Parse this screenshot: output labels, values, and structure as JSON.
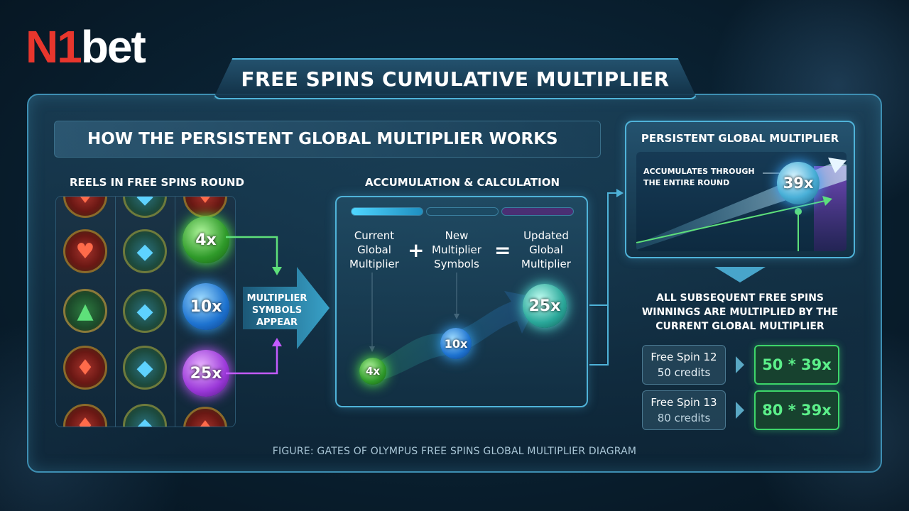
{
  "brand": {
    "prefix": "N1",
    "suffix": "bet"
  },
  "title": "FREE SPINS CUMULATIVE MULTIPLIER",
  "section_header": "HOW THE PERSISTENT GLOBAL MULTIPLIER WORKS",
  "reels_panel": {
    "label": "REELS IN FREE SPINS ROUND",
    "multipliers": [
      "4x",
      "10x",
      "25x"
    ],
    "appear_label": [
      "MULTIPLIER",
      "SYMBOLS",
      "APPEAR"
    ]
  },
  "accumulation": {
    "label": "ACCUMULATION & CALCULATION",
    "terms": [
      [
        "Current",
        "Global",
        "Multiplier"
      ],
      [
        "New",
        "Multiplier",
        "Symbols"
      ],
      [
        "Updated",
        "Global",
        "Multiplier"
      ]
    ],
    "operators": [
      "+",
      "="
    ],
    "orbs": [
      "4x",
      "10x",
      "25x"
    ]
  },
  "persistent": {
    "title": "PERSISTENT GLOBAL MULTIPLIER",
    "note": [
      "ACCUMULATES THROUGH",
      "THE ENTIRE ROUND"
    ],
    "value": "39x"
  },
  "result_text": [
    "ALL SUBSEQUENT FREE SPINS",
    "WINNINGS ARE MULTIPLIED BY THE",
    "CURRENT GLOBAL MULTIPLIER"
  ],
  "spins": [
    {
      "name": "Free Spin 12",
      "credits": "50 credits",
      "calc": "50 * 39x"
    },
    {
      "name": "Free Spin 13",
      "credits": "80 credits",
      "calc": "80 * 39x"
    }
  ],
  "caption": "FIGURE: GATES OF OLYMPUS FREE SPINS GLOBAL MULTIPLIER DIAGRAM",
  "colors": {
    "accent": "#4fb3d9",
    "brand_red": "#e8362d",
    "win_green": "#5cf08a",
    "orb_green": "#2f9a2a",
    "orb_blue": "#1e73d0",
    "orb_purple": "#9a38d8"
  }
}
